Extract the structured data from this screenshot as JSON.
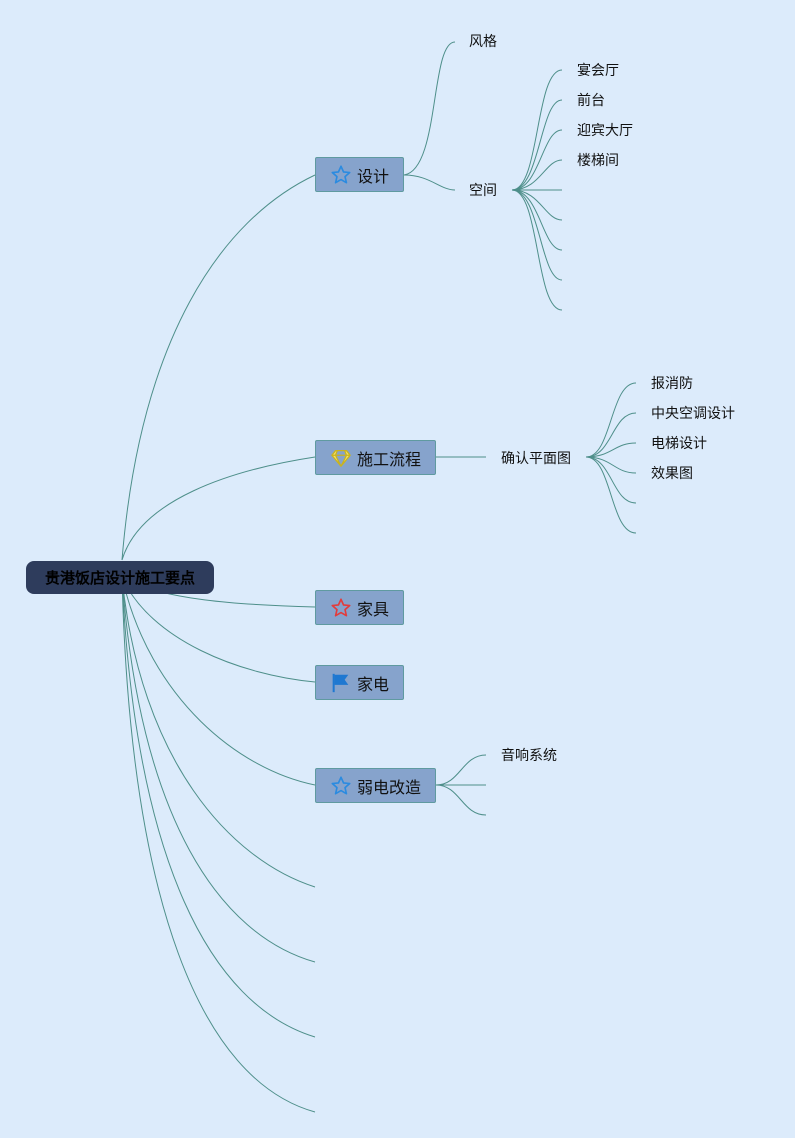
{
  "root": {
    "label": "贵港饭店设计施工要点"
  },
  "topics": {
    "design": {
      "label": "设计",
      "icon": "star-blue-icon"
    },
    "process": {
      "label": "施工流程",
      "icon": "diamond-yellow-icon"
    },
    "furniture": {
      "label": "家具",
      "icon": "star-red-icon"
    },
    "appliance": {
      "label": "家电",
      "icon": "flag-blue-icon"
    },
    "lowvoltage": {
      "label": "弱电改造",
      "icon": "star-blue-icon"
    }
  },
  "design_children": {
    "style": "风格",
    "space": "空间"
  },
  "space_children": [
    "宴会厅",
    "前台",
    "迎宾大厅",
    "楼梯间"
  ],
  "process_children": {
    "floorplan": "确认平面图"
  },
  "floorplan_children": [
    "报消防",
    "中央空调设计",
    "电梯设计",
    "效果图"
  ],
  "lowvoltage_children": [
    "音响系统"
  ]
}
